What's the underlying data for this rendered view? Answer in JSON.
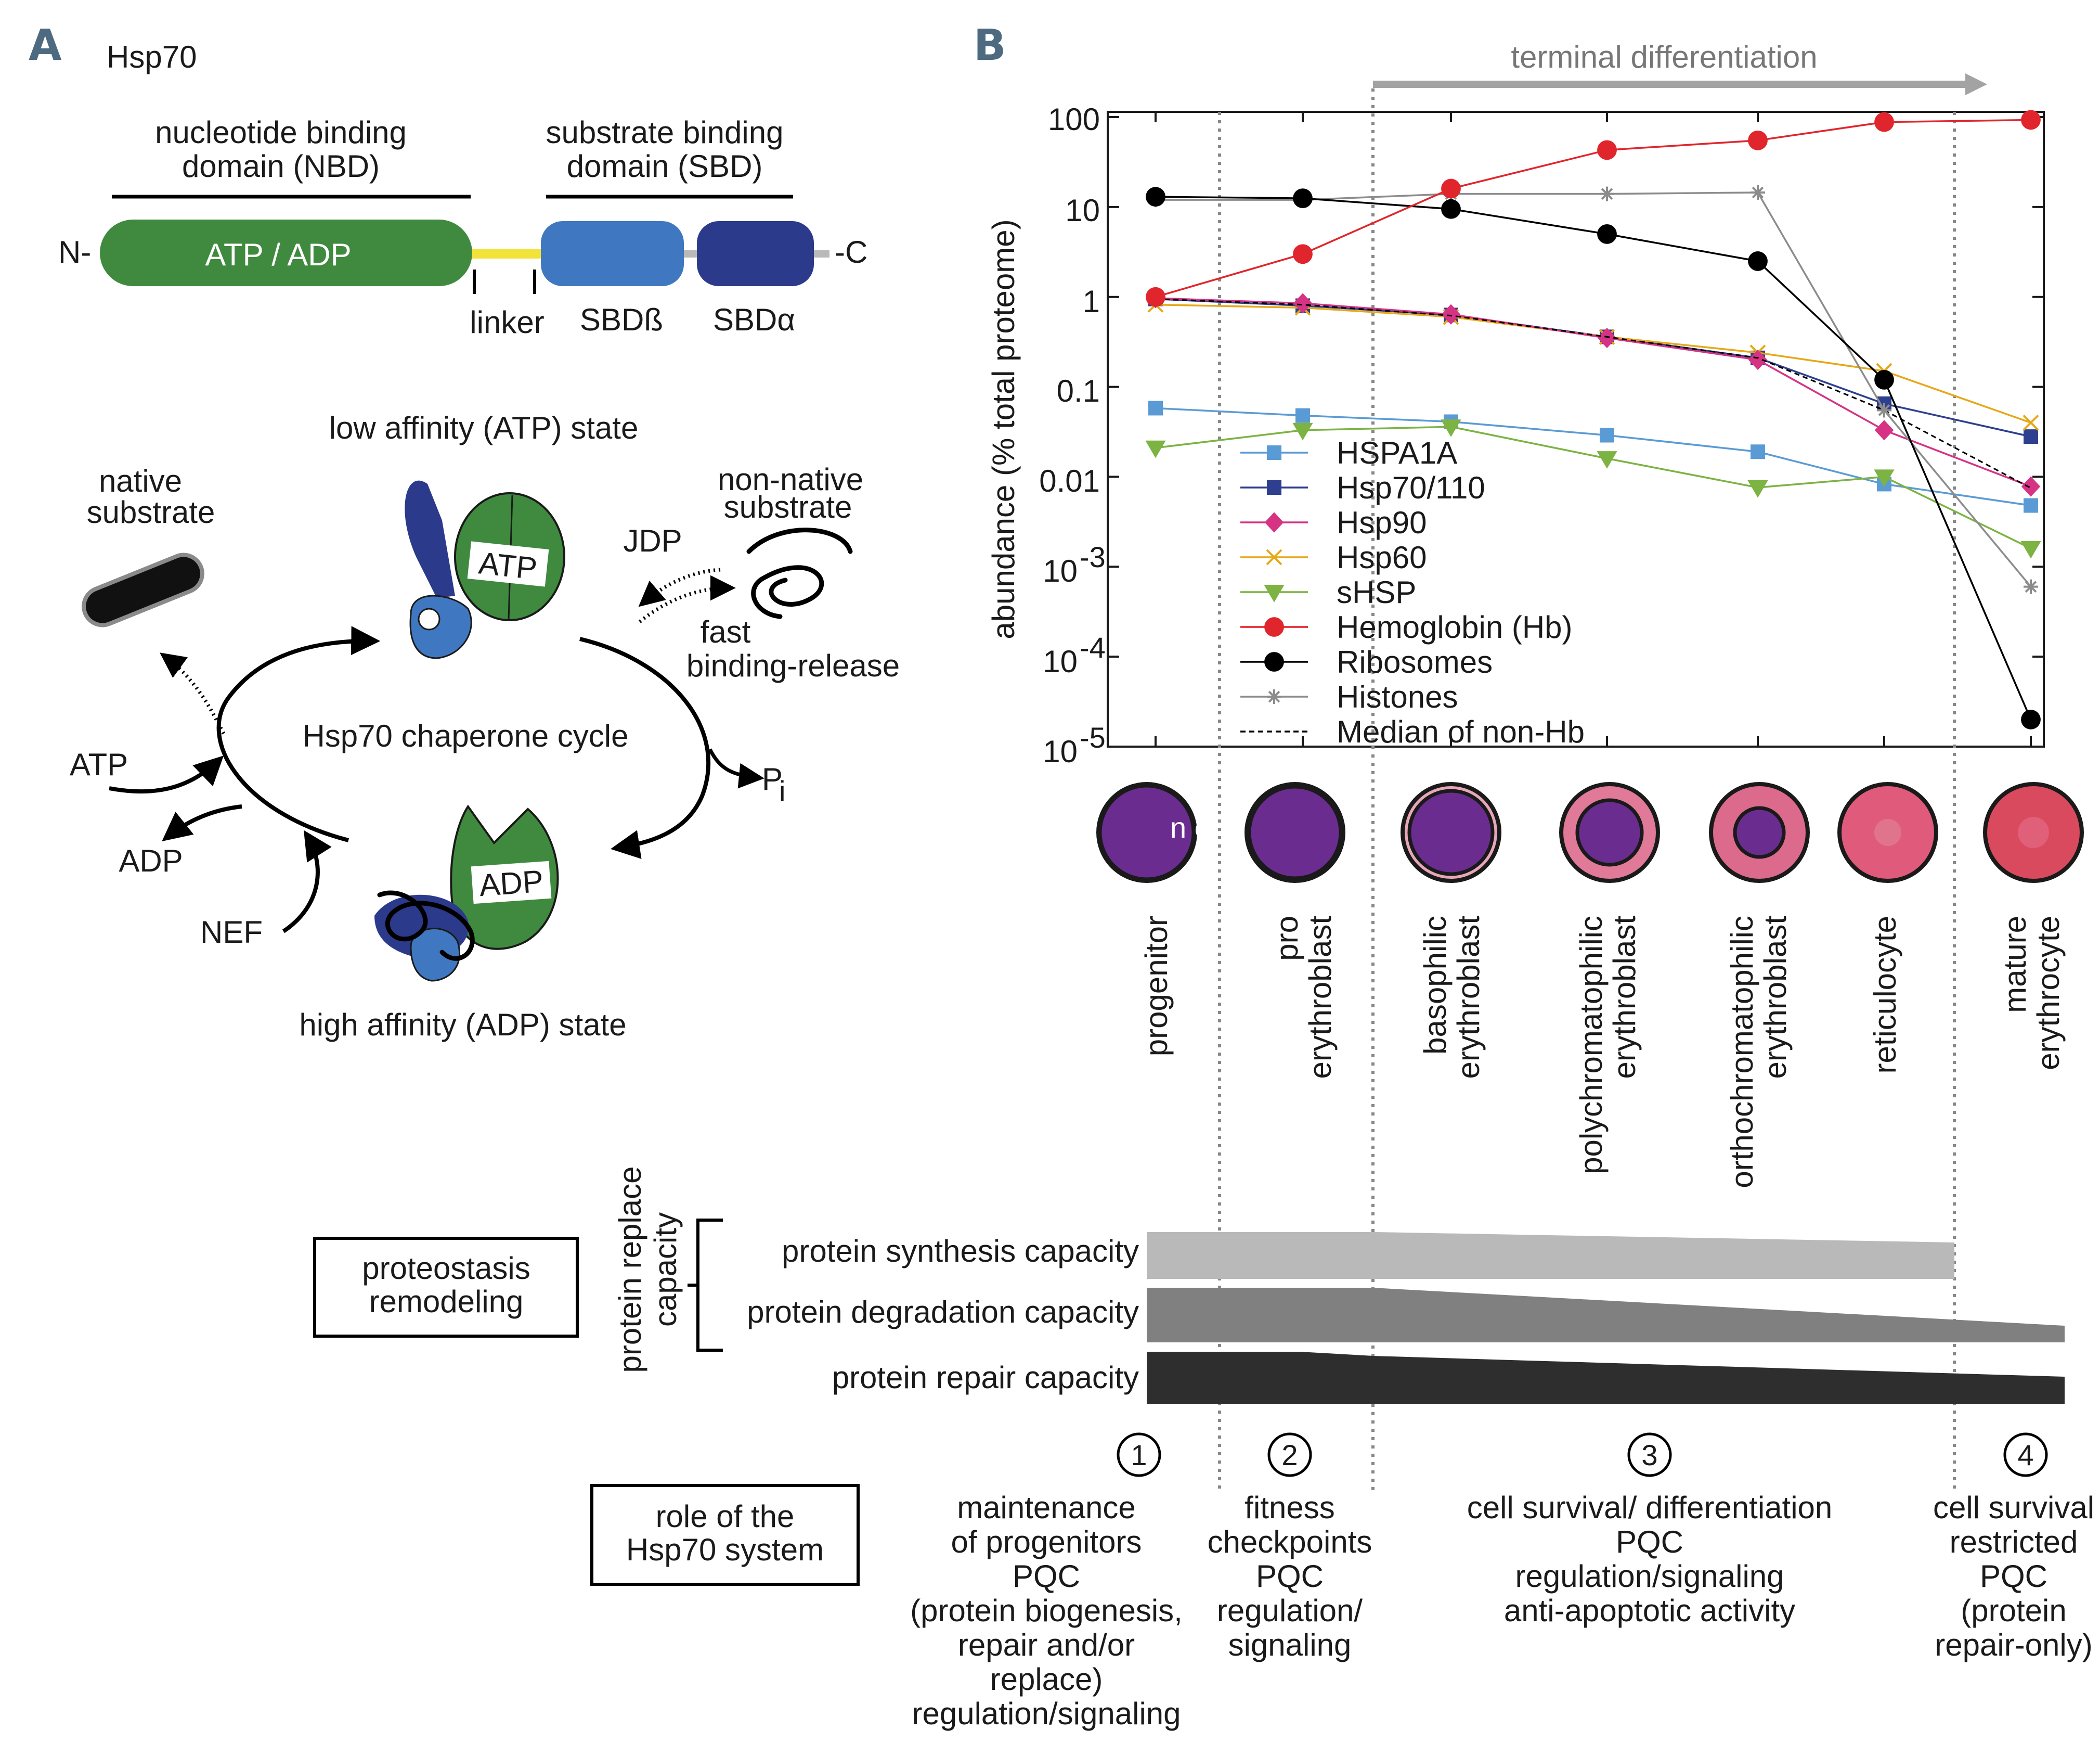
{
  "panel_a": {
    "letter": "A",
    "title": "Hsp70",
    "nbd_label_1": "nucleotide binding",
    "nbd_label_2": "domain (NBD)",
    "sbd_label_1": "substrate binding",
    "sbd_label_2": "domain (SBD)",
    "n_term": "N-",
    "c_term": "-C",
    "nbd_text": "ATP / ADP",
    "linker": "linker",
    "sbd_beta": "SBDß",
    "sbd_alpha": "SBDα",
    "low_state": "low affinity (ATP) state",
    "high_state": "high affinity (ADP) state",
    "native_1": "native",
    "native_2": "substrate",
    "nonnative_1": "non-native",
    "nonnative_2": "substrate",
    "jdp": "JDP",
    "fast_1": "fast",
    "fast_2": "binding-release",
    "cycle": "Hsp70 chaperone cycle",
    "atp_in": "ATP",
    "adp_out": "ADP",
    "nef": "NEF",
    "pi": "P",
    "pi_sub": "i",
    "atp_badge": "ATP",
    "adp_badge": "ADP"
  },
  "panel_b": {
    "letter": "B",
    "arrow_label": "terminal differentiation",
    "nc_label": "n c",
    "stages": [
      {
        "line1": "progenitor",
        "line2": ""
      },
      {
        "line1": "pro",
        "line2": "erythroblast"
      },
      {
        "line1": "basophilic",
        "line2": "erythroblast"
      },
      {
        "line1": "polychromatophilic",
        "line2": "erythroblast"
      },
      {
        "line1": "orthochromatophilic",
        "line2": "erythroblast"
      },
      {
        "line1": "reticulocyte",
        "line2": ""
      },
      {
        "line1": "mature",
        "line2": "erythrocyte"
      }
    ],
    "cells": [
      {
        "cyto": "#b28bc4",
        "nuc": "#6a2d8f"
      },
      {
        "cyto": "#b590c9",
        "nuc": "#6a2d8f"
      },
      {
        "cyto": "#e8a7b8",
        "nuc": "#6a2d8f"
      },
      {
        "cyto": "#e07a98",
        "nuc": "#6a2d8f"
      },
      {
        "cyto": "#dc6a8c",
        "nuc": "#6a2d8f"
      },
      {
        "cyto": "#e05a7c",
        "nuc": "#e0748e"
      },
      {
        "cyto": "#d94a5e",
        "nuc": "#e0607a"
      }
    ],
    "proteostasis_box": [
      "proteostasis",
      "remodeling"
    ],
    "replace_capacity": [
      "protein replace",
      "capacity"
    ],
    "synthesis": "protein synthesis capacity",
    "degradation": "protein degradation capacity",
    "repair": "protein repair capacity",
    "role_box": [
      "role of the",
      "Hsp70 system"
    ],
    "role_numbers": [
      "1",
      "2",
      "3",
      "4"
    ],
    "roles": [
      [
        "maintenance",
        "of progenitors",
        "PQC",
        "(protein biogenesis,",
        "repair and/or",
        "replace)",
        "regulation/signaling"
      ],
      [
        "fitness",
        "checkpoints",
        "PQC",
        "regulation/",
        "signaling"
      ],
      [
        "cell survival/ differentiation",
        "PQC",
        "regulation/signaling",
        "anti-apoptotic activity"
      ],
      [
        "cell survival",
        "restricted",
        "PQC",
        "(protein",
        "repair-only)"
      ]
    ]
  },
  "chart_data": {
    "type": "line",
    "title": "",
    "xlabel": "",
    "ylabel": "abundance (% total proteome)",
    "yscale": "log",
    "ylim": [
      1e-05,
      100
    ],
    "yticks": [
      "10",
      "10",
      "10",
      "0.01",
      "0.1",
      "1",
      "10",
      "100"
    ],
    "ytick_exponents": [
      "-5",
      "-4",
      "-3",
      "",
      "",
      "",
      "",
      ""
    ],
    "categories": [
      "progenitor",
      "pro erythroblast",
      "basophilic erythroblast",
      "polychromatophilic erythroblast",
      "orthochromatophilic erythroblast",
      "reticulocyte",
      "mature erythrocyte"
    ],
    "legend_position": "lower-left",
    "series": [
      {
        "name": "HSPA1A",
        "color": "#5b9bd5",
        "marker": "square",
        "values": [
          0.058,
          0.048,
          0.041,
          0.029,
          0.019,
          0.0083,
          0.0048
        ]
      },
      {
        "name": "Hsp70/110",
        "color": "#2e3f8f",
        "marker": "square",
        "values": [
          0.95,
          0.8,
          0.63,
          0.36,
          0.21,
          0.065,
          0.028
        ]
      },
      {
        "name": "Hsp90",
        "color": "#d63384",
        "marker": "diamond",
        "values": [
          0.97,
          0.85,
          0.64,
          0.35,
          0.2,
          0.033,
          0.0078
        ]
      },
      {
        "name": "Hsp60",
        "color": "#e6a817",
        "marker": "x",
        "values": [
          0.82,
          0.76,
          0.6,
          0.36,
          0.24,
          0.15,
          0.04
        ]
      },
      {
        "name": "sHSP",
        "color": "#7cb342",
        "marker": "triangle",
        "values": [
          0.021,
          0.033,
          0.036,
          0.016,
          0.0076,
          0.01,
          0.0016
        ]
      },
      {
        "name": "Hemoglobin (Hb)",
        "color": "#e0262c",
        "marker": "circle",
        "values": [
          1.0,
          3.0,
          16.0,
          43.0,
          55.0,
          88.0,
          93.0
        ]
      },
      {
        "name": "Ribosomes",
        "color": "#000000",
        "marker": "circle",
        "values": [
          13.0,
          12.5,
          9.5,
          5.0,
          2.5,
          0.12,
          2e-05
        ]
      },
      {
        "name": "Histones",
        "color": "#8c8c8c",
        "marker": "asterisk",
        "values": [
          12.0,
          12.0,
          14.0,
          14.0,
          14.5,
          0.055,
          0.0006
        ]
      },
      {
        "name": "Median of non-Hb",
        "color": "#000000",
        "marker": "none",
        "dashed": true,
        "values": [
          0.95,
          0.82,
          0.62,
          0.36,
          0.21,
          0.055,
          0.0075
        ]
      }
    ]
  }
}
